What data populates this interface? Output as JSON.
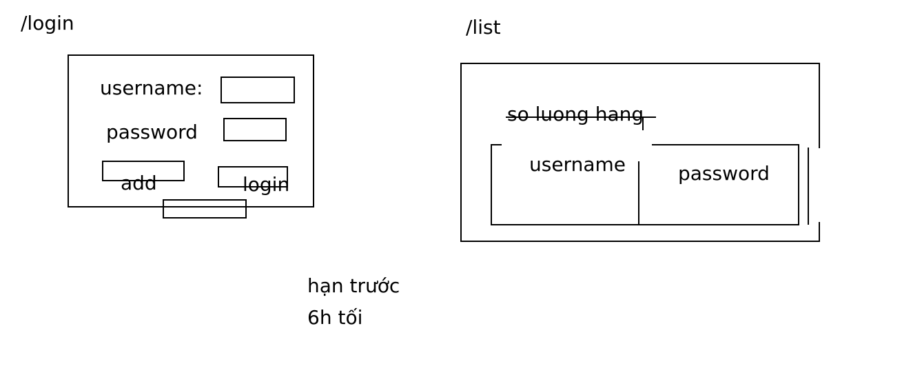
{
  "login_screen": {
    "route": "/login",
    "username_label": "username:",
    "password_label": "password",
    "add_label": "add",
    "login_label": "login"
  },
  "list_screen": {
    "route": "/list",
    "count_label": "so luong hang",
    "table": {
      "columns": [
        "username",
        "password"
      ]
    }
  },
  "note": {
    "line1": "hạn trước",
    "line2": "6h tối"
  }
}
